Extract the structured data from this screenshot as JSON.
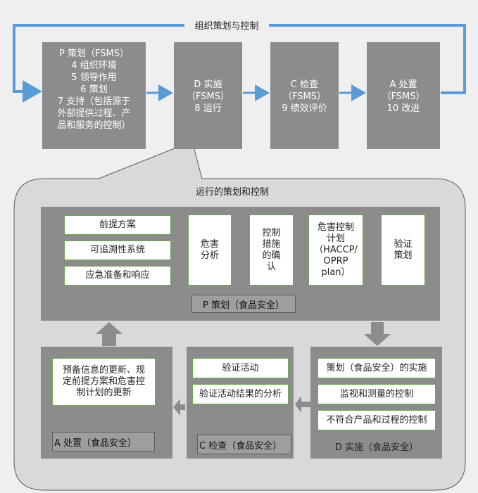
{
  "top_loop_label": "组织策划与控制",
  "top_boxes": [
    {
      "text": "P 策划（FSMS）\n4 组织环境\n5 领导作用\n6 策划\n7 支持（包括源于\n外部提供过程、产\n品和服务的控制）"
    },
    {
      "text": "D 实施\n（FSMS）\n8 运行"
    },
    {
      "text": "C 检查\n（FSMS）\n9 绩效评价"
    },
    {
      "text": "A 处置\n（FSMS）\n10 改进"
    }
  ],
  "operation_title": "运行的策划和控制",
  "plan_section": {
    "prereq_items": [
      "前提方案",
      "可追溯性系统",
      "应急准备和响应"
    ],
    "steps": [
      "危害\n分析",
      "控制\n措施\n的确\n认",
      "危害控制\n计划\n（HACCP/\nOPRP\nplan）",
      "验证\n策划"
    ],
    "label": "P 策划（食品安全）"
  },
  "do_section": {
    "items": [
      "策划（食品安全）的实施",
      "监视和测量的控制",
      "不符合产品和过程的控制"
    ],
    "label": "D 实施（食品安全）"
  },
  "check_section": {
    "items": [
      "验证活动",
      "验证活动结果的分析"
    ],
    "label": "C 检查（食品安全）"
  },
  "act_section": {
    "item": "预备信息的更新、规\n定前提方案和危害控\n制计划的更新",
    "label": "A 处置（食品安全）"
  },
  "colors": {
    "arrow_blue": "#5b9bd5",
    "box_gray": "#8c8c8c",
    "light_gray": "#d9d9d9",
    "border_green": "#6aa84f"
  }
}
